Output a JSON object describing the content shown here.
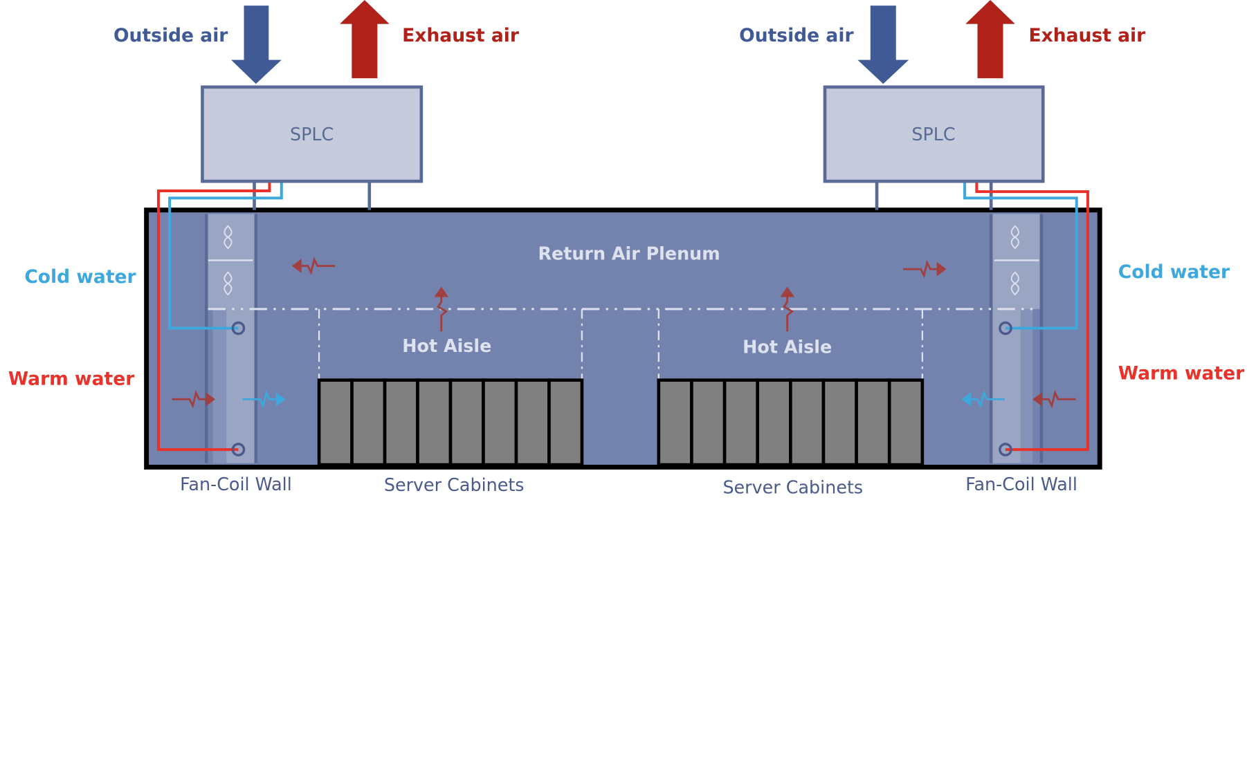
{
  "colors": {
    "outside_air": "#3f5a94",
    "exhaust_air": "#b0211a",
    "cold_water": "#3ea8dc",
    "warm_water": "#e8322a",
    "room": "#7483ae",
    "splc": "#c5cbdb",
    "cabinet": "#808080",
    "label": "#4a5a8a"
  },
  "left": {
    "outside_air": "Outside air",
    "exhaust_air": "Exhaust air",
    "splc": "SPLC",
    "cold_water": "Cold water",
    "warm_water": "Warm water",
    "hot_aisle": "Hot Aisle",
    "fan_coil_wall": "Fan-Coil Wall",
    "server_cabinets": "Server Cabinets"
  },
  "right": {
    "outside_air": "Outside air",
    "exhaust_air": "Exhaust air",
    "splc": "SPLC",
    "cold_water": "Cold water",
    "warm_water": "Warm water",
    "hot_aisle": "Hot Aisle",
    "fan_coil_wall": "Fan-Coil Wall",
    "server_cabinets": "Server Cabinets"
  },
  "plenum": "Return Air Plenum",
  "icons": [
    "fan-icon",
    "flow-arrow-icon"
  ]
}
